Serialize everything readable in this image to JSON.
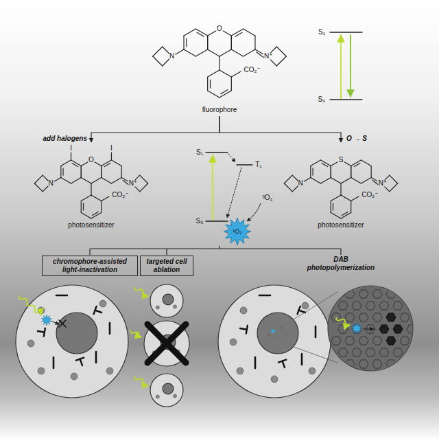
{
  "diagram": {
    "nodes": [
      {
        "text": [
          "fluorophore"
        ]
      },
      {
        "text": [
          "photosensitizer"
        ]
      },
      {
        "text": [
          "photosensitizer"
        ]
      },
      {
        "text": [
          "chromophore-assisted light-inactivation"
        ]
      },
      {
        "text": [
          "targeted cell ablation"
        ]
      }
    ],
    "edges": [
      {
        "from": 0,
        "to": 1,
        "arrow": "to",
        "label": "add halogens"
      },
      {
        "from": 0,
        "to": 2,
        "arrow": "to",
        "label": "O → S"
      }
    ],
    "labels": [
      "N",
      "O",
      "N⁺",
      "CO₂⁻",
      "S₁",
      "S₀",
      "I",
      "I",
      "N",
      "O",
      "N⁺",
      "CO₂⁻",
      "S₁",
      "T₁",
      "³O₂",
      "S₀",
      "¹O₂",
      "N",
      "S",
      "N⁺",
      "CO₂⁻",
      "DAB photopolymerization"
    ]
  }
}
